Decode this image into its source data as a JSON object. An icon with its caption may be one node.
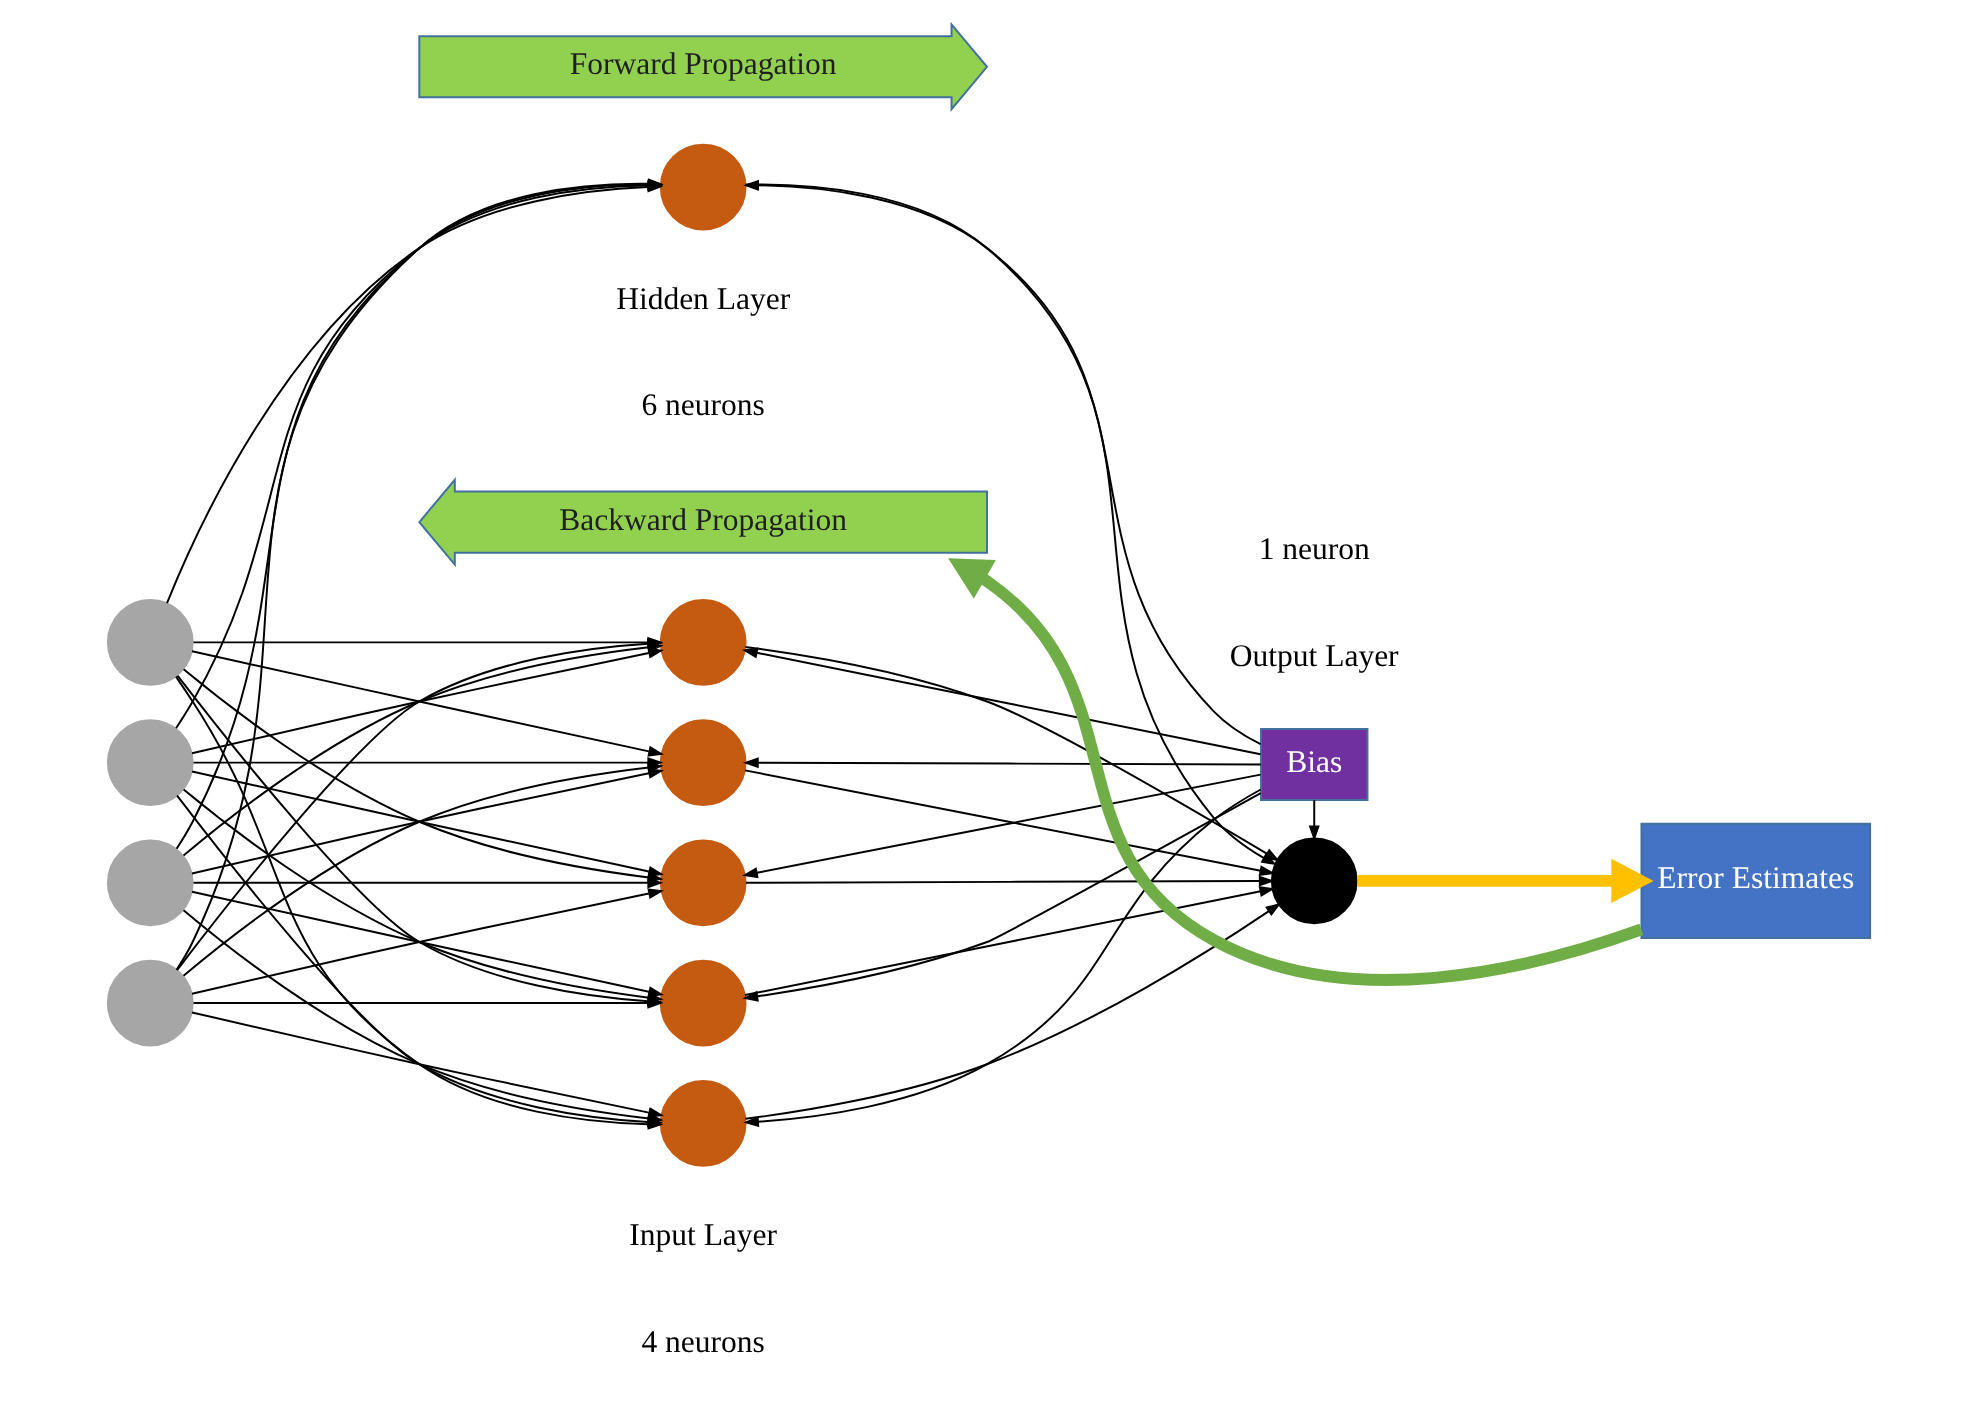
{
  "diagram": {
    "nodes": [
      {
        "text": [
          "Forward Propagation"
        ]
      },
      {
        "text": [
          "Bias"
        ]
      },
      {
        "text": [],
        "shape": "circle"
      },
      {
        "text": [],
        "shape": "circle"
      },
      {
        "text": [],
        "shape": "circle"
      },
      {
        "text": [],
        "shape": "circle"
      },
      {
        "text": [],
        "shape": "circle"
      },
      {
        "text": [],
        "shape": "circle"
      },
      {
        "text": [],
        "shape": "circle"
      },
      {
        "text": [],
        "shape": "circle"
      },
      {
        "text": [],
        "shape": "circle"
      },
      {
        "text": [],
        "shape": "circle"
      },
      {
        "text": [],
        "shape": "circle"
      },
      {
        "text": [
          "Error Estimates"
        ]
      },
      {
        "text": [
          "Backward Propagation"
        ]
      }
    ],
    "edges": [
      {
        "from": 2,
        "to": 6,
        "arrow": "to"
      },
      {
        "from": 2,
        "to": 7,
        "arrow": "to"
      },
      {
        "from": 2,
        "to": 8,
        "arrow": "to"
      },
      {
        "from": 2,
        "to": 9,
        "arrow": "to"
      },
      {
        "from": 2,
        "to": 10,
        "arrow": "to"
      },
      {
        "from": 2,
        "to": 11,
        "arrow": "to"
      },
      {
        "from": 3,
        "to": 6,
        "arrow": "to"
      },
      {
        "from": 3,
        "to": 7,
        "arrow": "to"
      },
      {
        "from": 3,
        "to": 8,
        "arrow": "to"
      },
      {
        "from": 3,
        "to": 9,
        "arrow": "to"
      },
      {
        "from": 3,
        "to": 10,
        "arrow": "to"
      },
      {
        "from": 3,
        "to": 11,
        "arrow": "to"
      },
      {
        "from": 4,
        "to": 6,
        "arrow": "to"
      },
      {
        "from": 4,
        "to": 7,
        "arrow": "to"
      },
      {
        "from": 4,
        "to": 8,
        "arrow": "to"
      },
      {
        "from": 4,
        "to": 9,
        "arrow": "to"
      },
      {
        "from": 4,
        "to": 10,
        "arrow": "to"
      },
      {
        "from": 4,
        "to": 11,
        "arrow": "to"
      },
      {
        "from": 5,
        "to": 6,
        "arrow": "to"
      },
      {
        "from": 5,
        "to": 7,
        "arrow": "to"
      },
      {
        "from": 5,
        "to": 8,
        "arrow": "to"
      },
      {
        "from": 5,
        "to": 9,
        "arrow": "to"
      },
      {
        "from": 5,
        "to": 10,
        "arrow": "to"
      },
      {
        "from": 5,
        "to": 11,
        "arrow": "to"
      },
      {
        "from": 1,
        "to": 6,
        "arrow": "to"
      },
      {
        "from": 1,
        "to": 7,
        "arrow": "to"
      },
      {
        "from": 1,
        "to": 8,
        "arrow": "to"
      },
      {
        "from": 1,
        "to": 9,
        "arrow": "to"
      },
      {
        "from": 1,
        "to": 10,
        "arrow": "to"
      },
      {
        "from": 1,
        "to": 11,
        "arrow": "to"
      },
      {
        "from": 1,
        "to": 12,
        "arrow": "to"
      },
      {
        "from": 6,
        "to": 12,
        "arrow": "to"
      },
      {
        "from": 7,
        "to": 12,
        "arrow": "to"
      },
      {
        "from": 8,
        "to": 12,
        "arrow": "to"
      },
      {
        "from": 9,
        "to": 12,
        "arrow": "to"
      },
      {
        "from": 10,
        "to": 12,
        "arrow": "to"
      },
      {
        "from": 11,
        "to": 12,
        "arrow": "to"
      },
      {
        "from": 12,
        "to": 13,
        "arrow": "to",
        "style": "thick",
        "color": "#ffc000"
      },
      {
        "from": 13,
        "to": 14,
        "arrow": "to",
        "style": "thick",
        "color": "#70ad47"
      }
    ],
    "labels": [
      "Input Layer",
      "4 neurons",
      "Hidden Layer",
      "6 neurons",
      "Output Layer",
      "1 neuron"
    ]
  }
}
